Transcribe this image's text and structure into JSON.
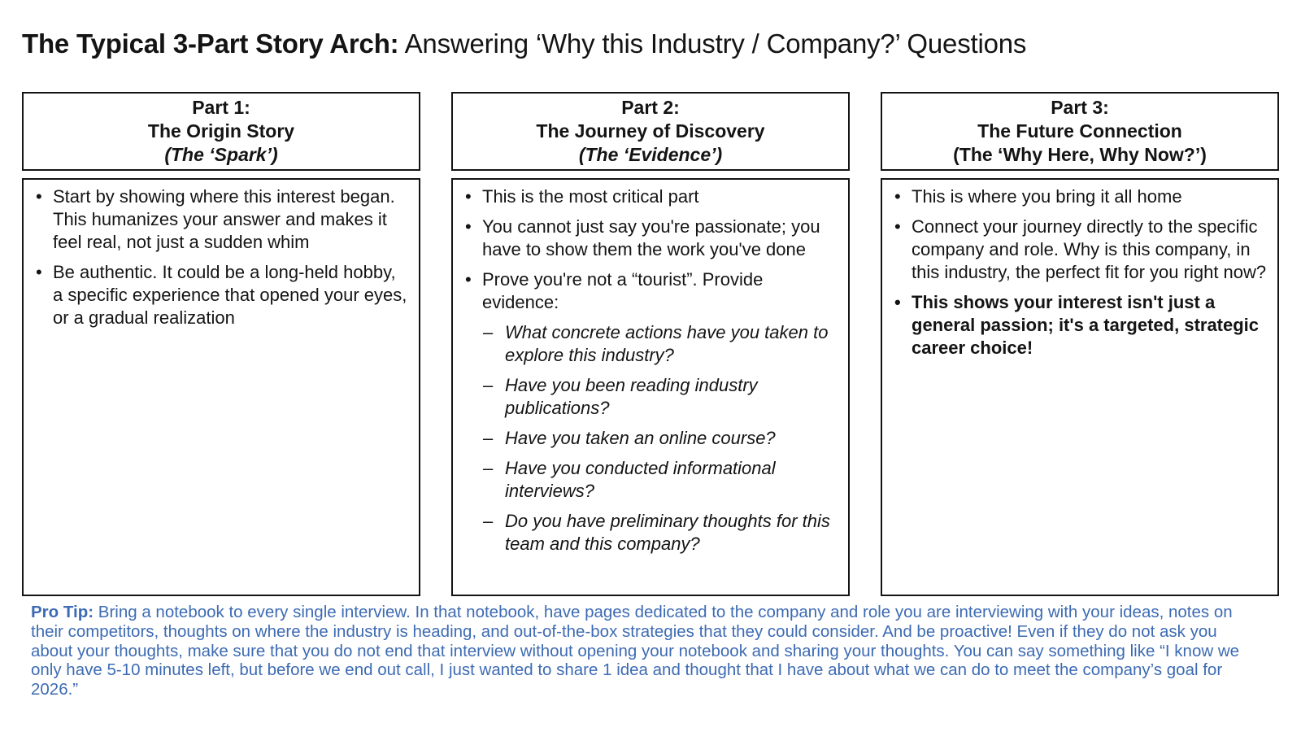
{
  "colors": {
    "accent_blue": "#3d6bb3",
    "text_black": "#141414",
    "background": "#ffffff"
  },
  "title": {
    "lead": "The Typical 3-Part Story Arch:",
    "rest": "Answering ‘Why this Industry / Company?’ Questions"
  },
  "columns": [
    {
      "header": {
        "line1": "Part 1:",
        "line2": "The Origin Story",
        "line3": "(The ‘Spark’)"
      },
      "bullets": [
        "Start by showing where this interest began. This humanizes your answer and makes it feel real, not just a sudden whim",
        "Be authentic. It could be a long-held hobby, a specific experience that opened your eyes, or a gradual realization"
      ]
    },
    {
      "header": {
        "line1": "Part 2:",
        "line2": "The Journey of Discovery",
        "line3": "(The ‘Evidence’)"
      },
      "bullets": [
        "This is the most critical part",
        "You cannot just say you're passionate; you have to show them the work you've done",
        "Prove you're not a “tourist”. Provide evidence:"
      ],
      "sub_bullets": [
        "What concrete actions have you taken to explore this industry?",
        "Have you been reading industry publications?",
        "Have you taken an online course?",
        "Have you conducted informational interviews?",
        "Do you have preliminary thoughts for this team and this company?"
      ]
    },
    {
      "header": {
        "line1": "Part 3:",
        "line2": "The Future Connection",
        "line3": "(The ‘Why Here, Why Now?’)"
      },
      "bullets": [
        "This is where you bring it all home",
        "Connect your journey directly to the specific company and role. Why is this company, in this industry, the perfect fit for you right now?",
        "This shows your interest isn't just a general passion; it's a targeted, strategic career choice!"
      ]
    }
  ],
  "pro_tip": {
    "label": "Pro Tip:",
    "text": "Bring a notebook to every single interview. In that notebook, have pages dedicated to the company and role you are interviewing with your ideas, notes on their competitors, thoughts on where the industry is heading, and out-of-the-box strategies that they could consider. And be proactive! Even if they do not ask you about your thoughts, make sure that you do not end that interview without opening your notebook and sharing your thoughts. You can say something like “I know we only have 5-10 minutes left, but before we end out call, I just wanted to share 1 idea and thought that I have about what we can do to meet the company’s goal for 2026.”"
  }
}
